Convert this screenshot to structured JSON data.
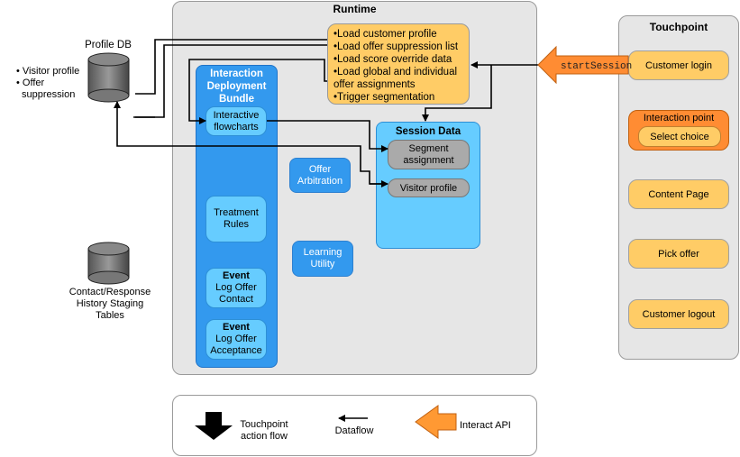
{
  "runtime": {
    "title": "Runtime",
    "loads": [
      "Load customer profile",
      "Load offer suppression list",
      "Load score override data",
      "Load global and individual offer assignments",
      "Trigger segmentation"
    ],
    "bundle_title": "Interaction Deployment Bundle",
    "interactive_flowcharts": "Interactive flowcharts",
    "treatment_rules": "Treatment Rules",
    "event1_title": "Event",
    "event1_label": "Log Offer Contact",
    "event2_title": "Event",
    "event2_label": "Log Offer Acceptance",
    "offer_arbitration": "Offer Arbitration",
    "learning_utility": "Learning Utility",
    "session_data_title": "Session Data",
    "segment_assignment": "Segment assignment",
    "visitor_profile": "Visitor profile"
  },
  "profile_db": {
    "label": "Profile DB",
    "bullets": [
      "Visitor profile",
      "Offer suppression"
    ]
  },
  "contact_db": {
    "label": "Contact/Response History Staging Tables"
  },
  "touchpoint": {
    "title": "Touchpoint",
    "customer_login": "Customer login",
    "interaction_point": "Interaction point",
    "select_choice": "Select choice",
    "content_page": "Content Page",
    "pick_offer": "Pick offer",
    "customer_logout": "Customer logout"
  },
  "api_label": "startSession",
  "legend": {
    "touchpoint_flow": "Touchpoint action flow",
    "dataflow": "Dataflow",
    "interact_api": "Interact API"
  },
  "colors": {
    "yellow": "#ffcc66",
    "blue_dark": "#3399ee",
    "blue_light": "#66ccff",
    "orange": "#ff8c33",
    "grey_panel": "#e6e6e6"
  }
}
